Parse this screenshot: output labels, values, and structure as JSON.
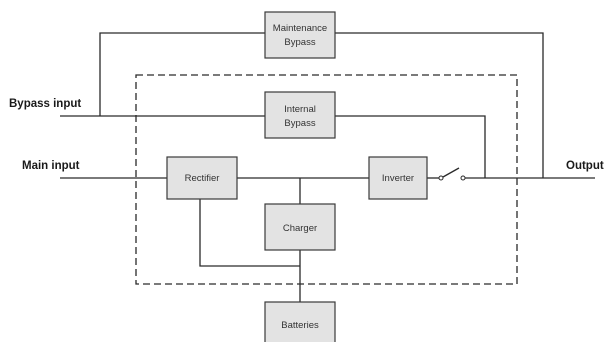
{
  "labels": {
    "bypass_input": "Bypass input",
    "main_input": "Main input",
    "output": "Output"
  },
  "blocks": {
    "maintenance_bypass": [
      "Maintenance",
      "Bypass"
    ],
    "internal_bypass": [
      "Internal",
      "Bypass"
    ],
    "rectifier": "Rectifier",
    "inverter": "Inverter",
    "charger": "Charger",
    "batteries": "Batteries"
  },
  "colors": {
    "block_fill": "#e3e3e3",
    "line": "#2a2a2a"
  }
}
